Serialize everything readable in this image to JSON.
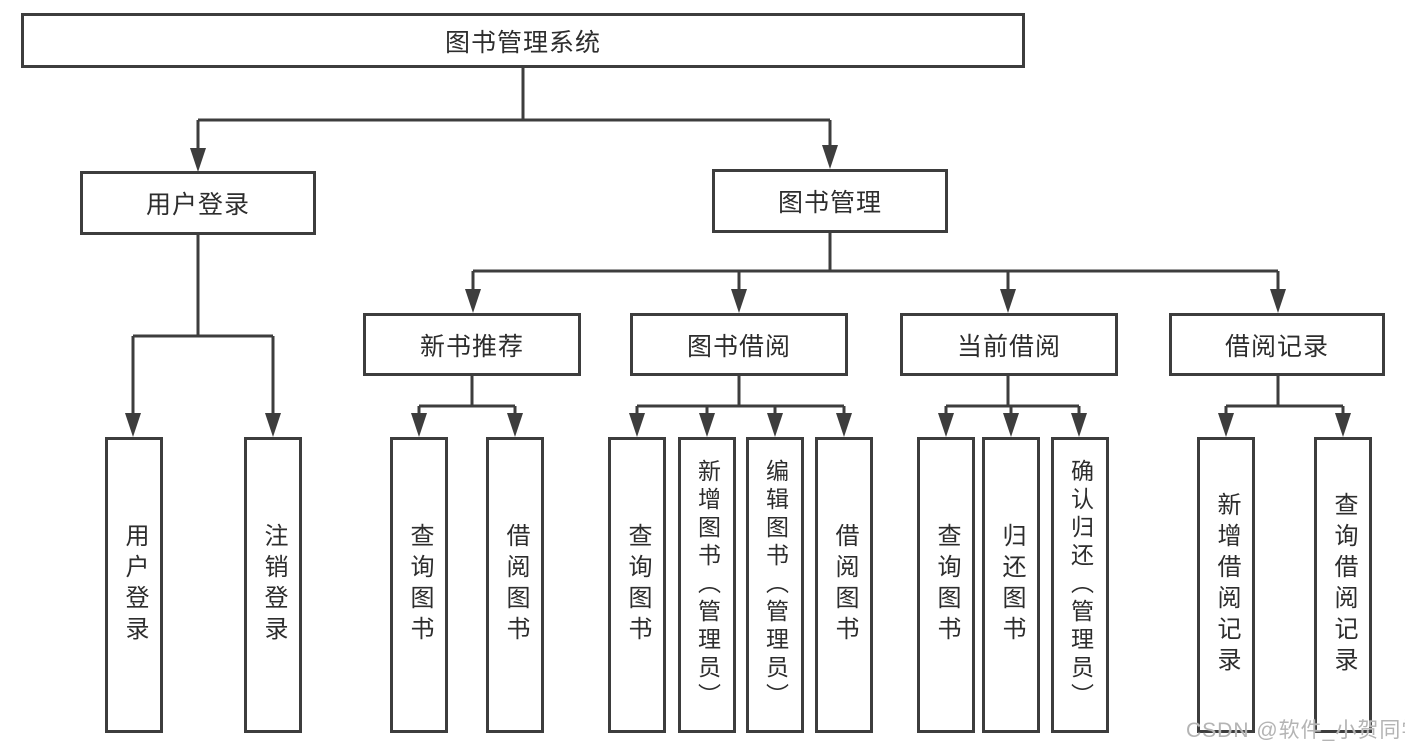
{
  "colors": {
    "line": "#3d3d3d",
    "box_border": "#3d3d3d",
    "text": "#2d2d2d",
    "background": "#ffffff",
    "watermark": "#b4b4b4"
  },
  "watermark": {
    "text": "CSDN @软件_小贺同学"
  },
  "tree": {
    "root": {
      "label": "图书管理系统",
      "children": [
        {
          "label": "用户登录",
          "children": [
            {
              "label": "用户登录"
            },
            {
              "label": "注销登录"
            }
          ]
        },
        {
          "label": "图书管理",
          "children": [
            {
              "label": "新书推荐",
              "children": [
                {
                  "label": "查询图书"
                },
                {
                  "label": "借阅图书"
                }
              ]
            },
            {
              "label": "图书借阅",
              "children": [
                {
                  "label": "查询图书"
                },
                {
                  "label": "新增图书（管理员）"
                },
                {
                  "label": "编辑图书（管理员）"
                },
                {
                  "label": "借阅图书"
                }
              ]
            },
            {
              "label": "当前借阅",
              "children": [
                {
                  "label": "查询图书"
                },
                {
                  "label": "归还图书"
                },
                {
                  "label": "确认归还（管理员）"
                }
              ]
            },
            {
              "label": "借阅记录",
              "children": [
                {
                  "label": "新增借阅记录"
                },
                {
                  "label": "查询借阅记录"
                }
              ]
            }
          ]
        }
      ]
    }
  }
}
